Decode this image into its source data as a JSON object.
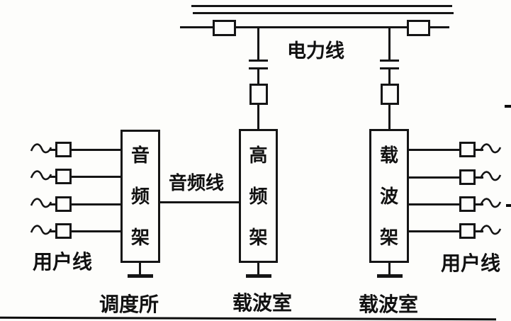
{
  "diagram": {
    "title_hint": "power-line carrier communication schematic",
    "labels": {
      "power_line": "电力线",
      "audio_line": "音频线",
      "subscriber_left": "用户线",
      "subscriber_right": "用户线"
    },
    "racks": {
      "audio_rack": "音频架",
      "hf_rack": "高频架",
      "carrier_rack": "载波架"
    },
    "bottom": {
      "dispatch_office": "调度所",
      "carrier_room_mid": "载波室",
      "carrier_room_right": "载波室"
    },
    "colors": {
      "ink": "#151515",
      "background": "#fdfdfb"
    }
  }
}
